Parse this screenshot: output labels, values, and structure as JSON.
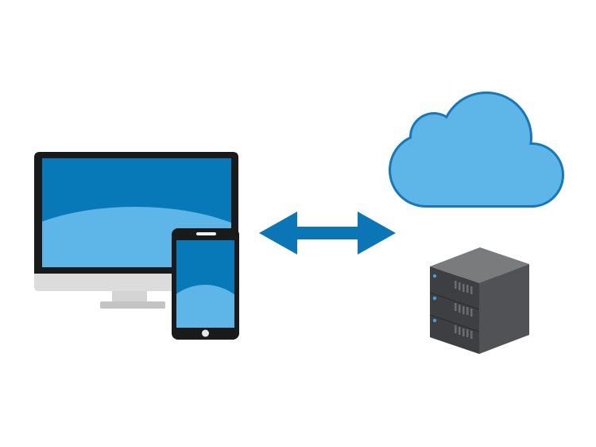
{
  "diagram": {
    "nodes": [
      {
        "id": "monitor",
        "icon": "monitor-icon"
      },
      {
        "id": "smartphone",
        "icon": "smartphone-icon"
      },
      {
        "id": "cloud",
        "icon": "cloud-icon"
      },
      {
        "id": "server",
        "icon": "server-rack-icon",
        "units": 3
      }
    ],
    "connectors": [
      {
        "icon": "bidirectional-arrow-icon",
        "from": "devices",
        "to": "cloud-and-server"
      }
    ]
  },
  "colors": {
    "screen_blue": "#0779b8",
    "screen_light_blue": "#5db5e8",
    "arrow_blue": "#0a76b5",
    "cloud_fill": "#5db5e8",
    "cloud_outline": "#1578b8",
    "device_frame": "#1a1a1a",
    "stand_gray": "#d4d4d4",
    "server_top": "#7a7b7d",
    "server_front": "#3d3f42",
    "server_side": "#505256",
    "server_led": "#3fa4dd"
  }
}
